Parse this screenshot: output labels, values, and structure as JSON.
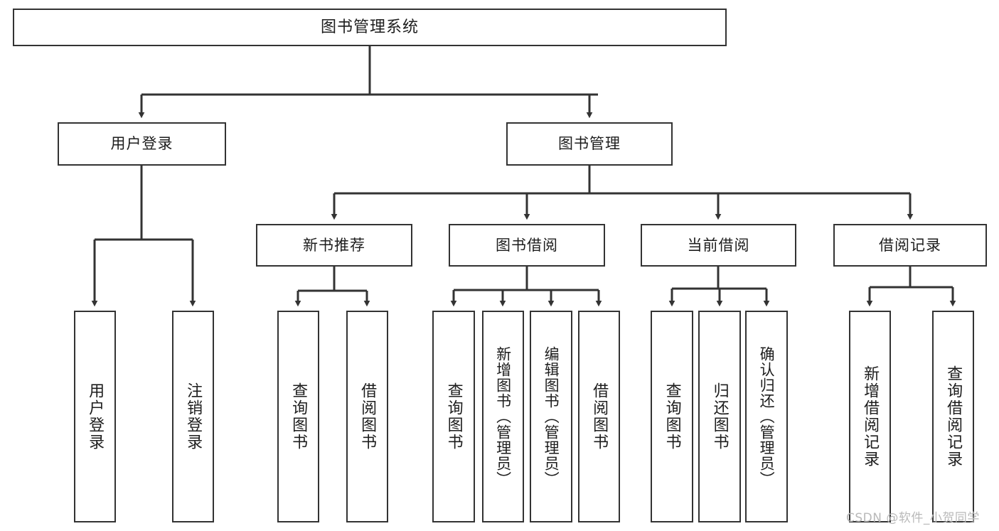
{
  "diagram": {
    "title": "图书管理系统",
    "type": "tree",
    "watermark": "CSDN @软件_小贺同学",
    "colors": {
      "border": "#333333",
      "background": "#ffffff",
      "text": "#1d1d1d",
      "watermark": "#b9b9b9"
    },
    "root": {
      "label": "图书管理系统"
    },
    "level2": [
      {
        "label": "用户登录"
      },
      {
        "label": "图书管理"
      }
    ],
    "level3": [
      {
        "label": "新书推荐"
      },
      {
        "label": "图书借阅"
      },
      {
        "label": "当前借阅"
      },
      {
        "label": "借阅记录"
      }
    ],
    "leaves": {
      "user_login": [
        {
          "label": "用户登录"
        },
        {
          "label": "注销登录"
        }
      ],
      "new_book": [
        {
          "label": "查询图书"
        },
        {
          "label": "借阅图书"
        }
      ],
      "book_borrow": [
        {
          "label": "查询图书"
        },
        {
          "label": "新增图书（管理员）"
        },
        {
          "label": "编辑图书（管理员）"
        },
        {
          "label": "借阅图书"
        }
      ],
      "current_borrow": [
        {
          "label": "查询图书"
        },
        {
          "label": "归还图书"
        },
        {
          "label": "确认归还（管理员）"
        }
      ],
      "borrow_record": [
        {
          "label": "新增借阅记录"
        },
        {
          "label": "查询借阅记录"
        }
      ]
    }
  }
}
